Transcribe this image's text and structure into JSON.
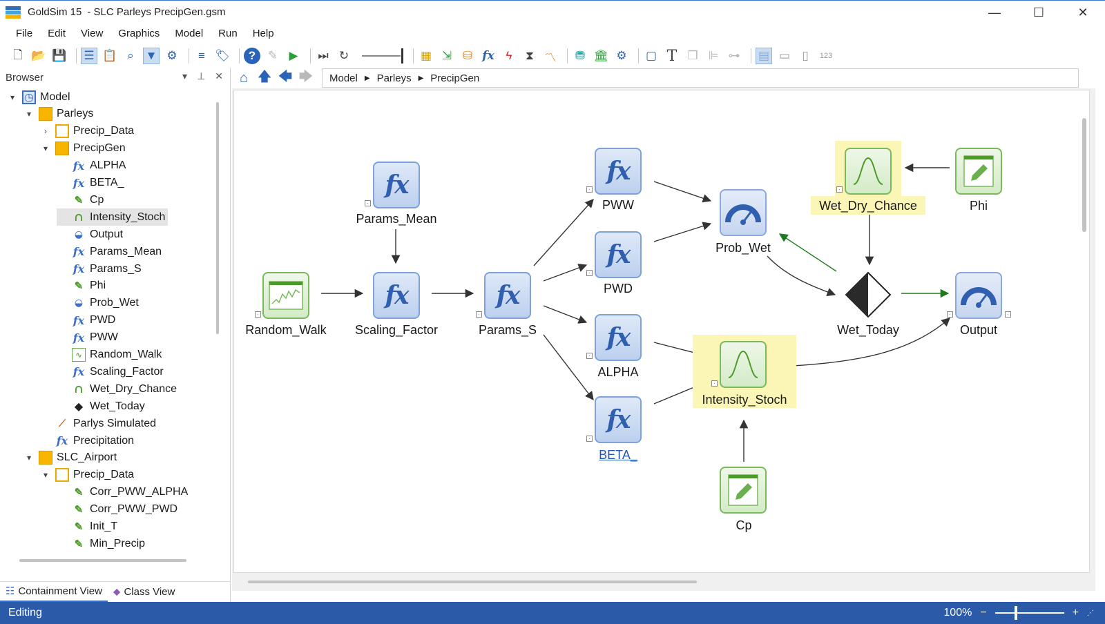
{
  "window": {
    "app_name": "GoldSim 15",
    "doc_title": "-  SLC Parleys PrecipGen.gsm",
    "minimize": "—",
    "maximize": "☐",
    "close": "✕"
  },
  "menu": [
    "File",
    "Edit",
    "View",
    "Graphics",
    "Model",
    "Run",
    "Help"
  ],
  "browser": {
    "title": "Browser",
    "pin": "📌",
    "close": "✕",
    "dropdown": "▾",
    "tree": [
      {
        "label": "Model",
        "level": 0,
        "icon": "model-icon",
        "twisty": "▾"
      },
      {
        "label": "Parleys",
        "level": 1,
        "icon": "container-icon",
        "twisty": "▾"
      },
      {
        "label": "Precip_Data",
        "level": 2,
        "icon": "container-empty-icon",
        "twisty": "›"
      },
      {
        "label": "PrecipGen",
        "level": 2,
        "icon": "container-icon",
        "twisty": "▾"
      },
      {
        "label": "ALPHA",
        "level": 3,
        "icon": "fx-icon"
      },
      {
        "label": "BETA_",
        "level": 3,
        "icon": "fx-icon"
      },
      {
        "label": "Cp",
        "level": 3,
        "icon": "data-icon"
      },
      {
        "label": "Intensity_Stoch",
        "level": 3,
        "icon": "stochastic-icon",
        "selected": true
      },
      {
        "label": "Output",
        "level": 3,
        "icon": "gauge-icon"
      },
      {
        "label": "Params_Mean",
        "level": 3,
        "icon": "fx-icon"
      },
      {
        "label": "Params_S",
        "level": 3,
        "icon": "fx-icon"
      },
      {
        "label": "Phi",
        "level": 3,
        "icon": "data-icon"
      },
      {
        "label": "Prob_Wet",
        "level": 3,
        "icon": "gauge-icon"
      },
      {
        "label": "PWD",
        "level": 3,
        "icon": "fx-icon"
      },
      {
        "label": "PWW",
        "level": 3,
        "icon": "fx-icon"
      },
      {
        "label": "Random_Walk",
        "level": 3,
        "icon": "random-walk-icon"
      },
      {
        "label": "Scaling_Factor",
        "level": 3,
        "icon": "fx-icon"
      },
      {
        "label": "Wet_Dry_Chance",
        "level": 3,
        "icon": "stochastic-icon"
      },
      {
        "label": "Wet_Today",
        "level": 3,
        "icon": "diamond-icon"
      },
      {
        "label": "Parlys Simulated",
        "level": 2,
        "icon": "chart-icon"
      },
      {
        "label": "Precipitation",
        "level": 2,
        "icon": "fx-icon"
      },
      {
        "label": "SLC_Airport",
        "level": 1,
        "icon": "container-icon",
        "twisty": "▾"
      },
      {
        "label": "Precip_Data",
        "level": 2,
        "icon": "container-empty-icon",
        "twisty": "▾"
      },
      {
        "label": "Corr_PWW_ALPHA",
        "level": 3,
        "icon": "data-icon"
      },
      {
        "label": "Corr_PWW_PWD",
        "level": 3,
        "icon": "data-icon"
      },
      {
        "label": "Init_T",
        "level": 3,
        "icon": "data-icon"
      },
      {
        "label": "Min_Precip",
        "level": 3,
        "icon": "data-icon"
      }
    ],
    "tabs": {
      "containment": "Containment View",
      "class": "Class View"
    }
  },
  "breadcrumb": [
    "Model",
    "Parleys",
    "PrecipGen"
  ],
  "canvas": {
    "nodes": {
      "params_mean": "Params_Mean",
      "random_walk": "Random_Walk",
      "scaling_factor": "Scaling_Factor",
      "params_s": "Params_S",
      "pww": "PWW",
      "pwd": "PWD",
      "alpha": "ALPHA",
      "beta": "BETA_",
      "prob_wet": "Prob_Wet",
      "intensity_stoch": "Intensity_Stoch",
      "cp": "Cp",
      "wet_dry_chance": "Wet_Dry_Chance",
      "phi": "Phi",
      "wet_today": "Wet_Today",
      "output": "Output"
    },
    "fx_glyph": "fx"
  },
  "status": {
    "mode": "Editing",
    "zoom": "100%",
    "zoom_minus": "−",
    "zoom_plus": "+"
  },
  "colors": {
    "accent": "#2a5aa8",
    "highlight": "#fbf6b5",
    "fx_node": "#bcd0ee",
    "green_node": "#d4ebc7",
    "green_link": "#1e7a1e"
  }
}
